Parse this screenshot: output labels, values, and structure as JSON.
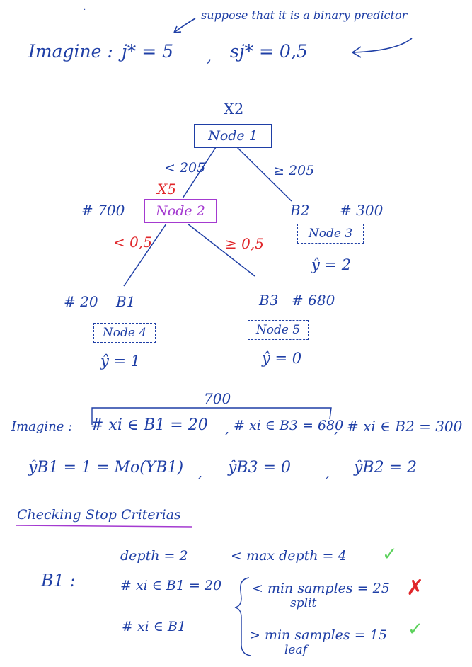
{
  "header": {
    "note": "suppose that it is a binary predictor",
    "imagine_label": "Imagine :",
    "j_star": "j* = 5",
    "comma": ",",
    "s_j_star": "sj* = 0,5"
  },
  "tree": {
    "root_var": "X2",
    "node1": "Node 1",
    "left_edge_label": "< 205",
    "right_edge_label": "≥ 205",
    "node2_var": "X5",
    "node2_count": "# 700",
    "node2": "Node 2",
    "b2_label": "B2",
    "b2_count": "# 300",
    "node3": "Node 3",
    "node3_pred": "ŷ = 2",
    "n2_left_label": "< 0,5",
    "n2_right_label": "≥ 0,5",
    "b1_count": "# 20",
    "b1_label": "B1",
    "b3_label": "B3",
    "b3_count": "# 680",
    "node4": "Node 4",
    "node4_pred": "ŷ = 1",
    "node5": "Node 5",
    "node5_pred": "ŷ = 0"
  },
  "imagine2": {
    "total": "700",
    "label": "Imagine :",
    "b1": "# xi ∈ B1 = 20",
    "b3": "# xi ∈ B3 = 680",
    "b2": "# xi ∈ B2 = 300",
    "sep1": ",",
    "sep2": ","
  },
  "predictions": {
    "yb1": "ŷB1 = 1 = Mo(YB1)",
    "yb3": "ŷB3 = 0",
    "yb2": "ŷB2 = 2",
    "sep1": ",",
    "sep2": ","
  },
  "checking": {
    "title": "Checking Stop Criterias",
    "b1": "B1 :",
    "depth": "depth = 2",
    "max_depth": "< max depth = 4",
    "count_split": "# xi ∈ B1 = 20",
    "min_split": "< min samples = 25",
    "split_word": "split",
    "count_leaf": "# xi ∈ B1",
    "min_leaf": "> min samples = 15",
    "leaf_word": "leaf",
    "check1": "✓",
    "cross": "✗",
    "check2": "✓"
  }
}
